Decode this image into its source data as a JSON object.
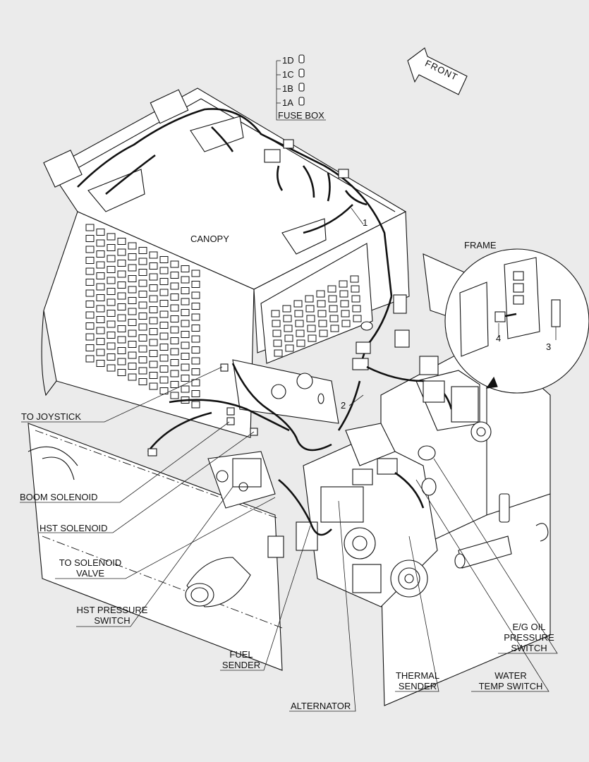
{
  "labels": {
    "fuse_1d": "1D",
    "fuse_1c": "1C",
    "fuse_1b": "1B",
    "fuse_1a": "1A",
    "fuse_box": "FUSE BOX",
    "front": "FRONT",
    "canopy": "CANOPY",
    "frame": "FRAME",
    "callout_1": "1",
    "callout_2": "2",
    "callout_3": "3",
    "callout_4": "4",
    "to_joystick": "TO JOYSTICK",
    "boom_solenoid": "BOOM SOLENOID",
    "hst_solenoid": "HST SOLENOID",
    "to_solenoid_valve": [
      "TO SOLENOID",
      "VALVE"
    ],
    "hst_pressure_switch": [
      "HST PRESSURE",
      "SWITCH"
    ],
    "fuel_sender": [
      "FUEL",
      "SENDER"
    ],
    "alternator": "ALTERNATOR",
    "thermal_sender": [
      "THERMAL",
      "SENDER"
    ],
    "water_temp_switch": [
      "WATER",
      "TEMP SWITCH"
    ],
    "eg_oil_pressure_switch": [
      "E/G OIL",
      "PRESSURE",
      "SWITCH"
    ]
  },
  "icons": [
    "front-arrow-icon",
    "fuse-icon",
    "connector-icon"
  ],
  "colors": {
    "background": "#ebebeb",
    "line": "#111111",
    "fill": "#ffffff"
  }
}
